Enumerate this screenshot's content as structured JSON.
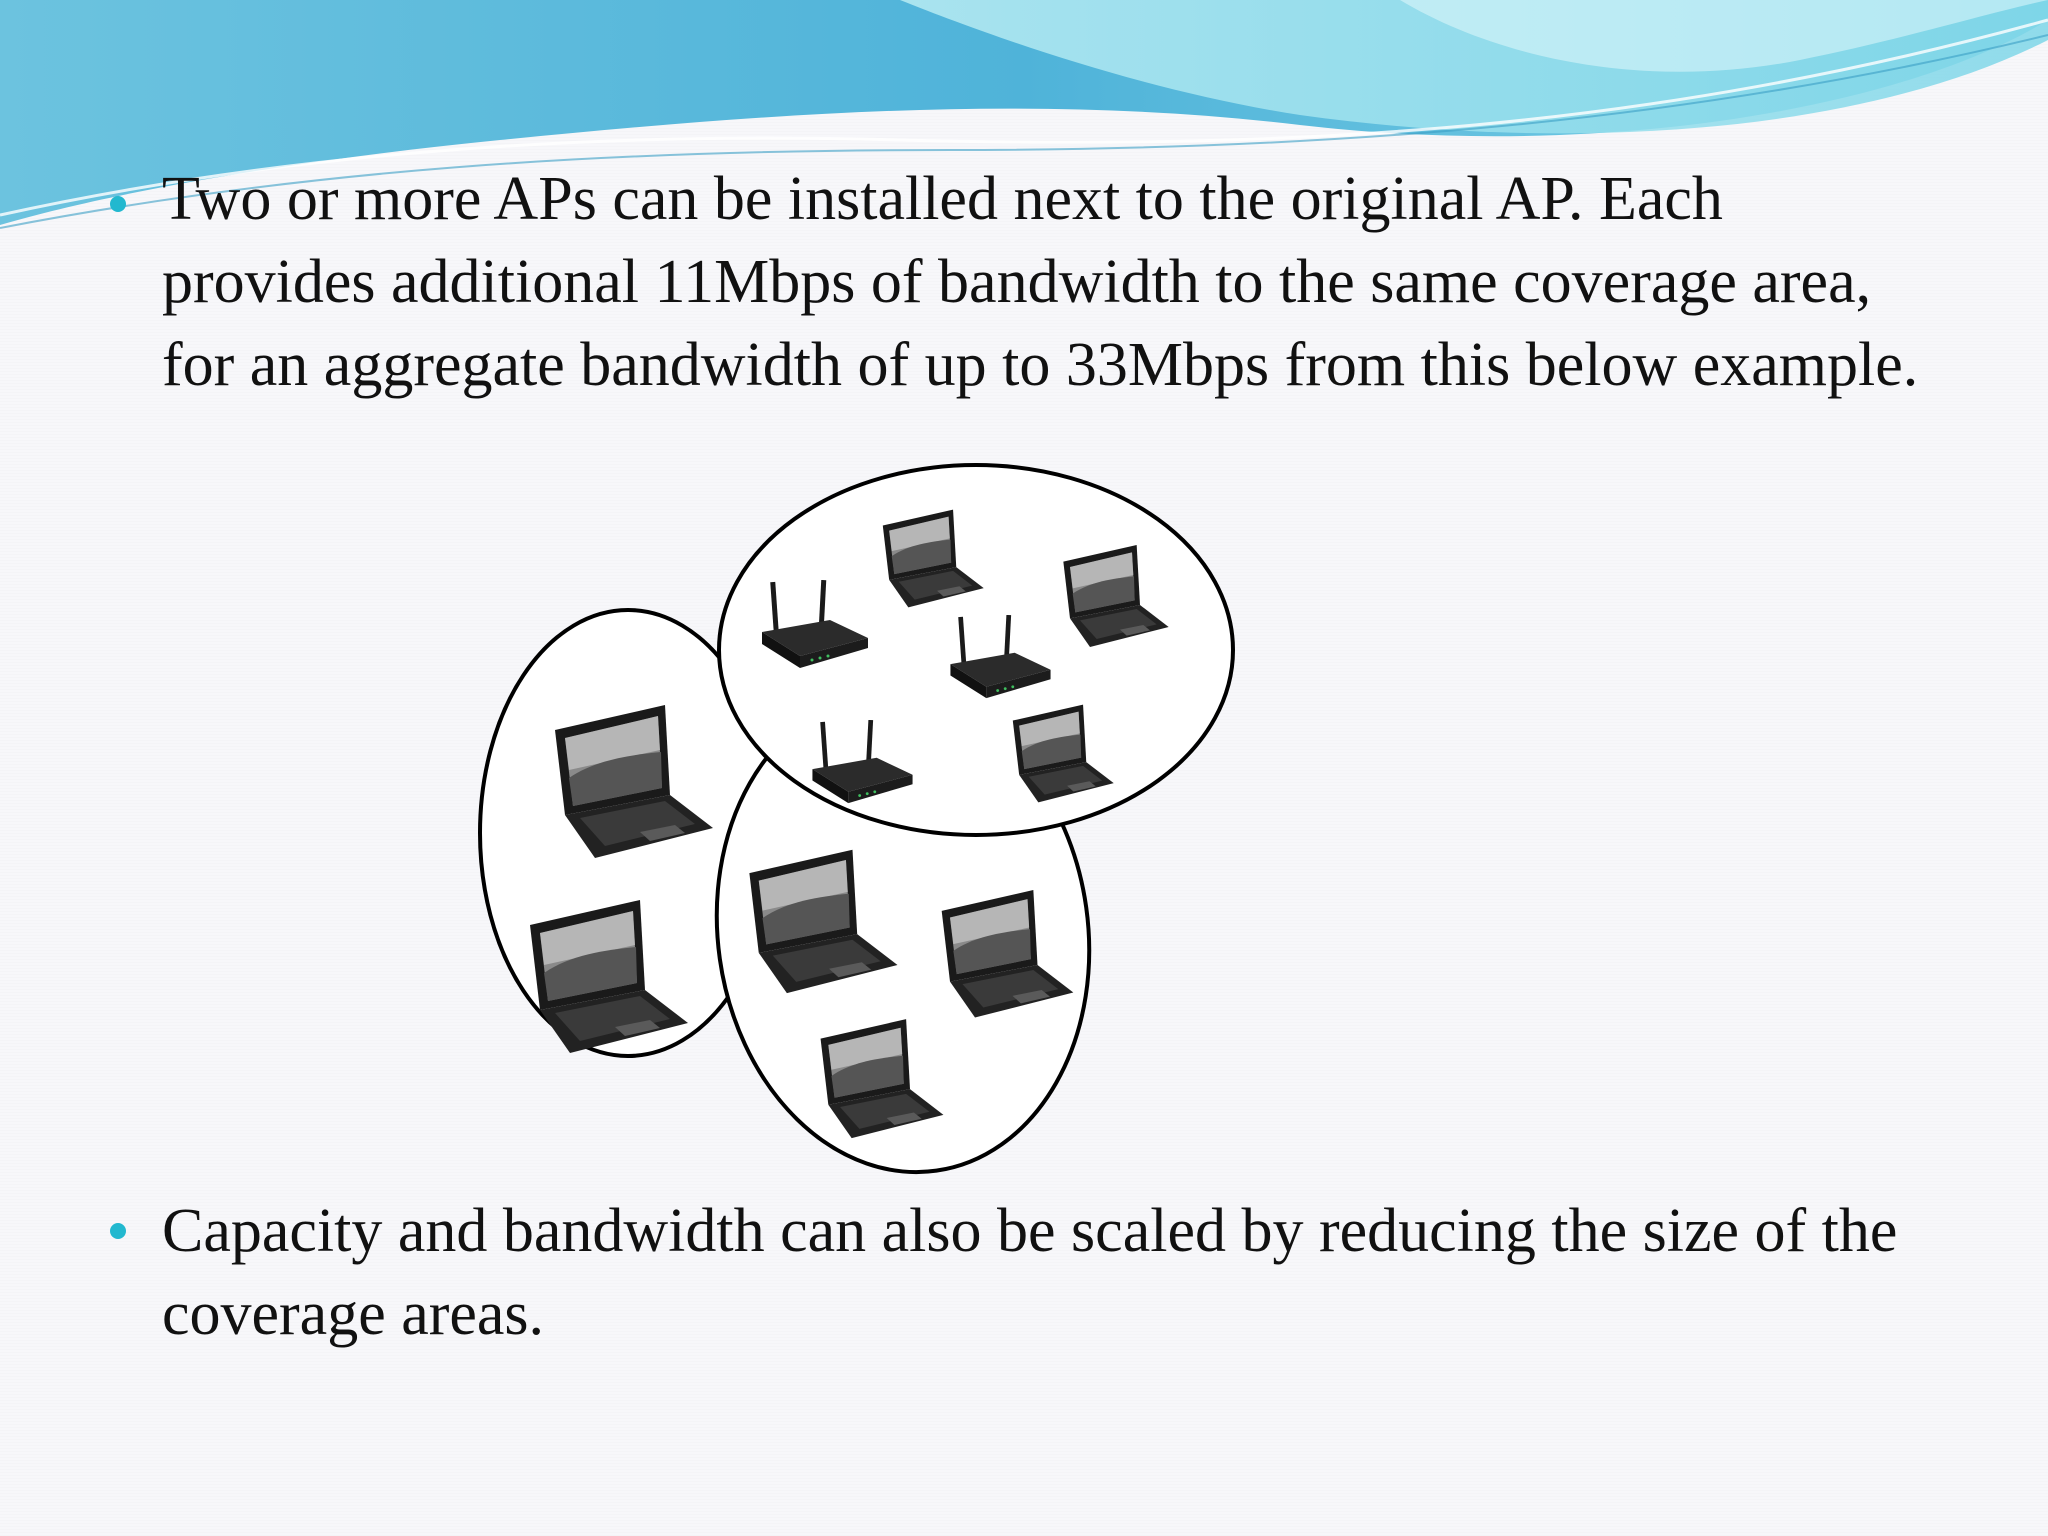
{
  "slide": {
    "bullets": [
      {
        "text": "Two or more APs can be installed next to the original AP. Each provides additional 11Mbps of bandwidth to the same coverage area, for an aggregate bandwidth of up to 33Mbps from this below example."
      },
      {
        "text": "Capacity and bandwidth can also be scaled by reducing the size of the coverage areas."
      }
    ],
    "diagram": {
      "cells": [
        {
          "name": "left-coverage-cell",
          "laptops": 2,
          "access_points": 0
        },
        {
          "name": "middle-coverage-cell",
          "laptops": 3,
          "access_points": 0
        },
        {
          "name": "top-coverage-cell",
          "laptops": 3,
          "access_points": 3
        }
      ]
    },
    "colors": {
      "bullet": "#22b8cf",
      "wave_dark": "#4fb3d9",
      "wave_light": "#9fe3ee",
      "text": "#111111"
    }
  }
}
